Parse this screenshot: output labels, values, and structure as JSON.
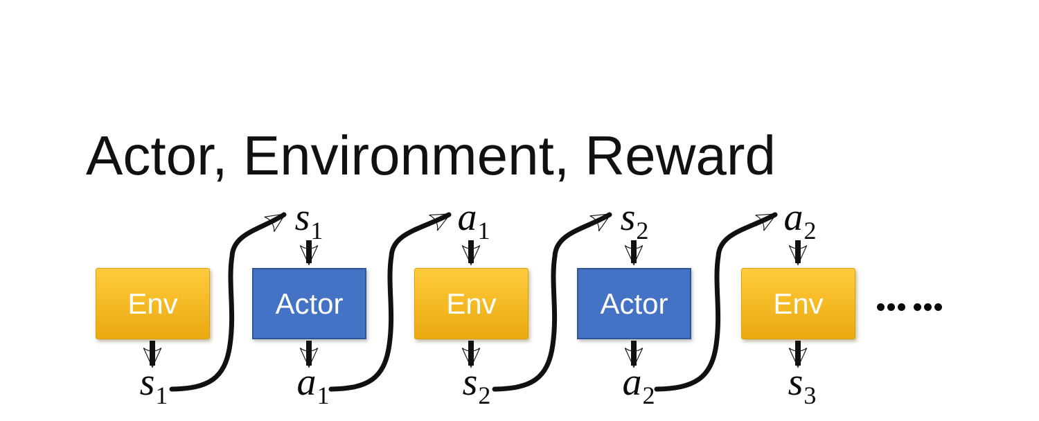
{
  "slide": {
    "title": "Actor, Environment, Reward",
    "ellipsis": "……"
  },
  "colors": {
    "background": "#FFFFFF",
    "env_gradient_top": "#FECB3E",
    "env_gradient_bottom": "#E9A911",
    "actor_fill": "#4472C4",
    "actor_border": "#2F5597",
    "box_text": "#FFFFFF",
    "arrow": "#111111",
    "title_text": "#111111"
  },
  "diagram": {
    "boxes": [
      {
        "label": "Env",
        "kind": "env"
      },
      {
        "label": "Actor",
        "kind": "actor"
      },
      {
        "label": "Env",
        "kind": "env"
      },
      {
        "label": "Actor",
        "kind": "actor"
      },
      {
        "label": "Env",
        "kind": "env"
      }
    ],
    "top_labels": [
      {
        "var": "s",
        "sub": "1"
      },
      {
        "var": "a",
        "sub": "1"
      },
      {
        "var": "s",
        "sub": "2"
      },
      {
        "var": "a",
        "sub": "2"
      }
    ],
    "bottom_labels": [
      {
        "var": "s",
        "sub": "1"
      },
      {
        "var": "a",
        "sub": "1"
      },
      {
        "var": "s",
        "sub": "2"
      },
      {
        "var": "a",
        "sub": "2"
      },
      {
        "var": "s",
        "sub": "3"
      }
    ]
  }
}
